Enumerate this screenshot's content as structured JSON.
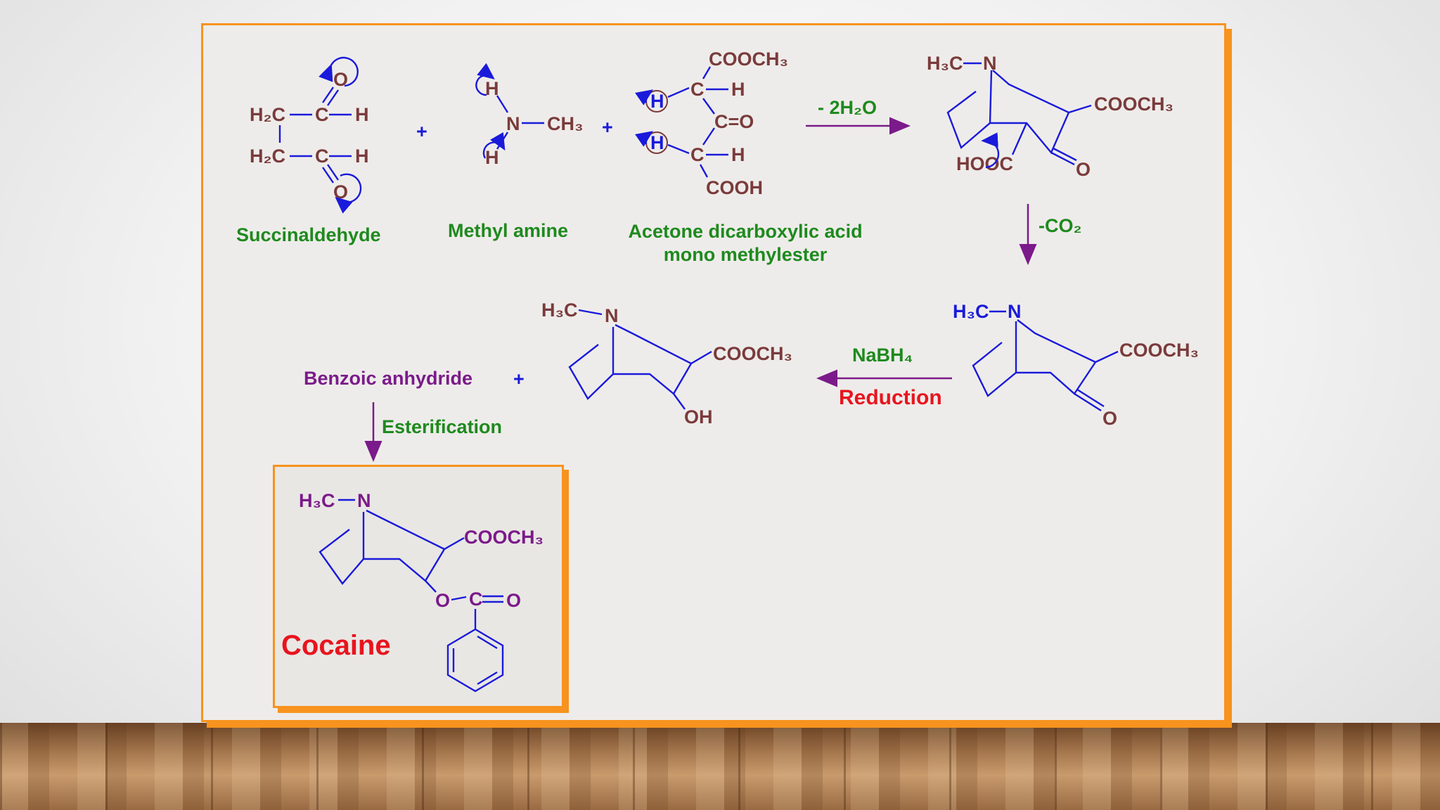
{
  "labels": {
    "succinaldehyde": "Succinaldehyde",
    "methylamine": "Methyl amine",
    "acetone_line1": "Acetone dicarboxylic acid",
    "acetone_line2": "mono methylester",
    "minus_water": "- 2H₂O",
    "minus_co2": "-CO₂",
    "nabh4": "NaBH₄",
    "reduction": "Reduction",
    "benzoic_anhydride": "Benzoic anhydride",
    "esterification": "Esterification",
    "plus": "+",
    "product": "Cocaine"
  },
  "atoms": {
    "h2c": "H₂C",
    "h3c": "H₃C",
    "c": "C",
    "h": "H",
    "o": "O",
    "n": "N",
    "ch3": "CH₃",
    "cooch3": "COOCH₃",
    "cooh": "COOH",
    "co": "C=O",
    "hooc": "HOOC",
    "oh": "OH"
  },
  "colors": {
    "board_border": "#f7931e",
    "label_green": "#1e8a1e",
    "label_purple": "#7b1a8a",
    "label_red": "#e8141e",
    "bond_blue": "#1a1adb",
    "atom_brown": "#7a3b3b"
  }
}
